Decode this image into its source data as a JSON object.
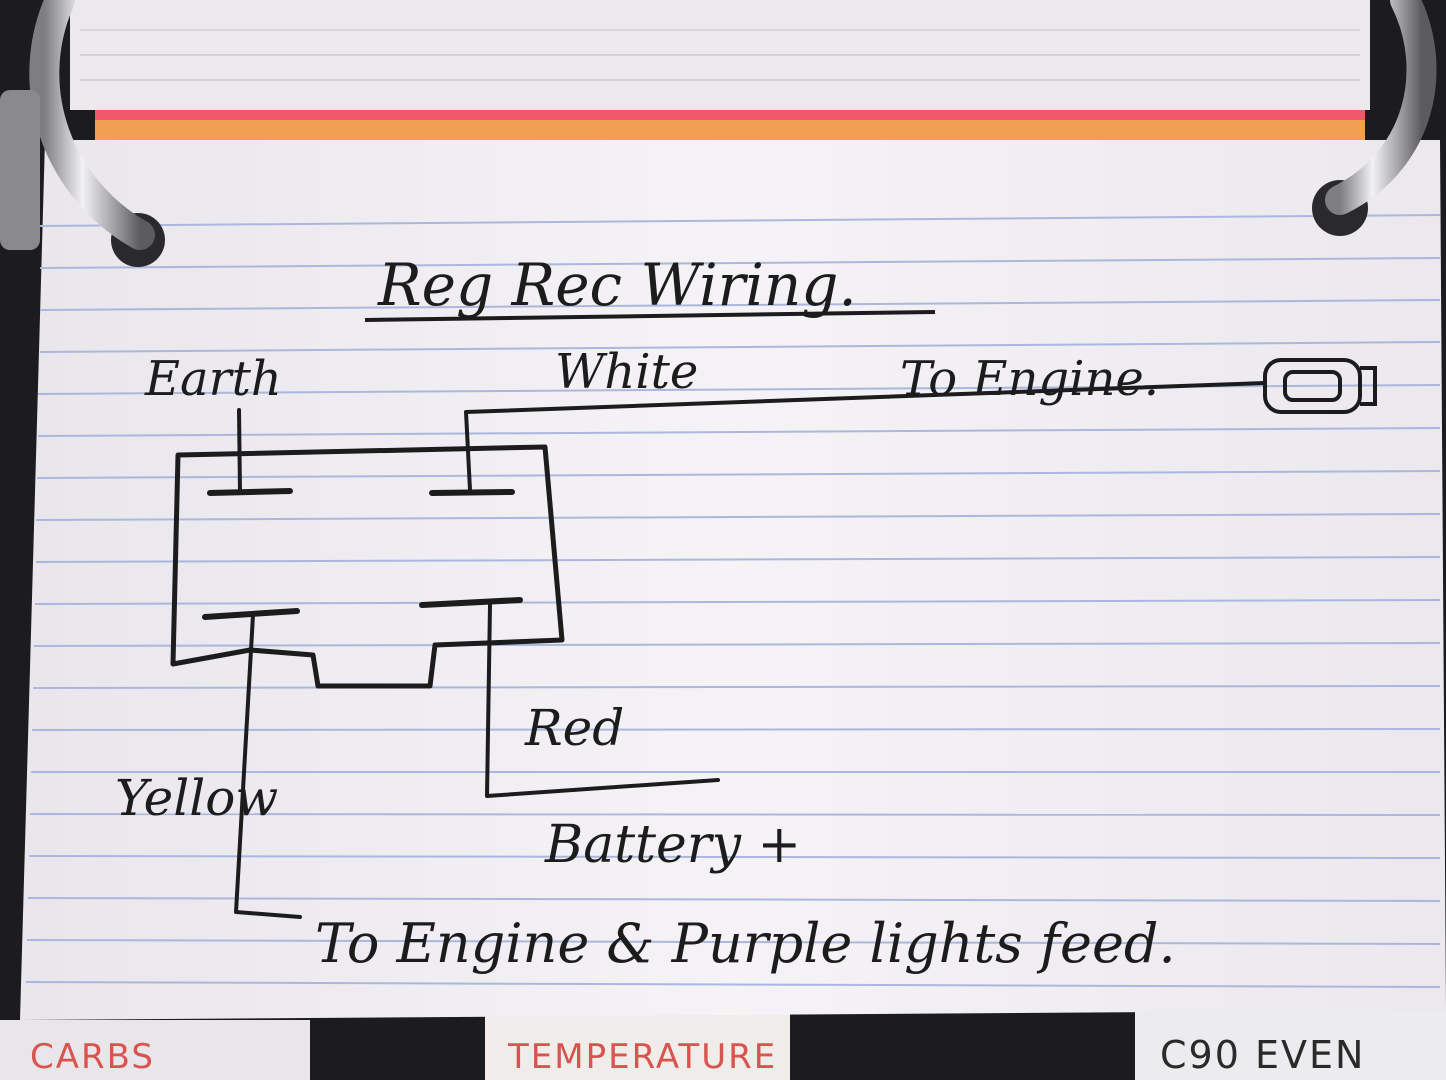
{
  "card": {
    "title": "Reg Rec Wiring.",
    "labels": {
      "earth": "Earth",
      "white": "White",
      "to_engine_top": "To Engine.",
      "red": "Red",
      "yellow": "Yellow",
      "battery": "Battery +",
      "bottom_feed": "To Engine & Purple lights feed."
    }
  },
  "tabs": [
    {
      "label": "CARBS",
      "color": "#d9534f"
    },
    {
      "label": "TEMPERATURE",
      "color": "#d9534f"
    },
    {
      "label": "C90 EVEN",
      "color": "#2a2a2a"
    }
  ],
  "colors": {
    "card": "#f3f1f4",
    "rule_line": "#a9b8dc",
    "ink": "#1c1c1c",
    "red_edge": "#ef5a6a",
    "orange_edge": "#f0a050",
    "ring": "#c9c9cc"
  }
}
